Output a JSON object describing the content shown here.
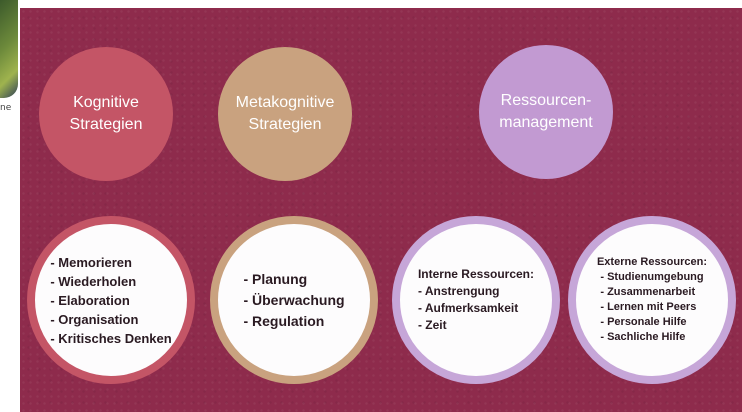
{
  "left_fragment": {
    "caption": "ne"
  },
  "colors": {
    "panel_background": "#8e2b4c",
    "kognitive": "#c45566",
    "metakognitive": "#c9a27f",
    "ressourcen": "#c29ad2",
    "ring_kognitive": "#c45566",
    "ring_metakognitive": "#c9a27f",
    "ring_ressourcen": "#c6a6d8"
  },
  "top_circles": [
    {
      "label": "Kognitive\nStrategien"
    },
    {
      "label": "Metakognitive\nStrategien"
    },
    {
      "label": "Ressourcen-\nmanagement"
    }
  ],
  "bottom_circles": [
    {
      "heading": "",
      "items": [
        "- Memorieren",
        "- Wiederholen",
        "- Elaboration",
        "- Organisation",
        "- Kritisches Denken"
      ]
    },
    {
      "heading": "",
      "items": [
        "- Planung",
        "- Überwachung",
        "- Regulation"
      ]
    },
    {
      "heading": "Interne Ressourcen:",
      "items": [
        "- Anstrengung",
        "- Aufmerksamkeit",
        "- Zeit"
      ]
    },
    {
      "heading": "Externe Ressourcen:",
      "items": [
        "- Studienumgebung",
        "- Zusammenarbeit",
        "- Lernen mit Peers",
        "- Personale Hilfe",
        "- Sachliche Hilfe"
      ]
    }
  ]
}
